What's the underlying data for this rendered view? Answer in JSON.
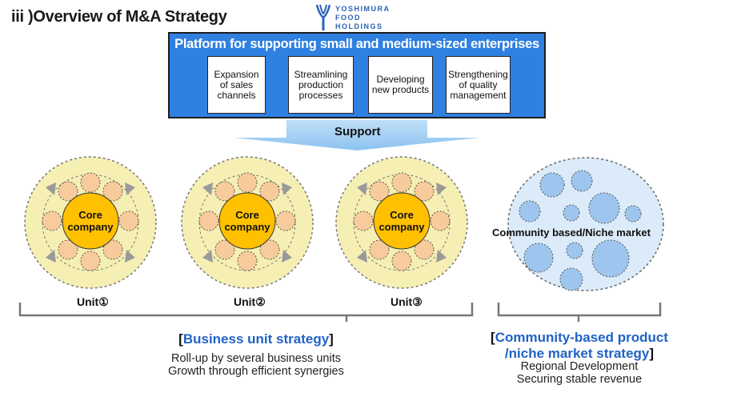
{
  "page_title": "iii )Overview of M&A Strategy",
  "logo": {
    "lines": [
      "YOSHIMURA",
      "FOOD",
      "HOLDINGS"
    ]
  },
  "platform": {
    "title": "Platform for supporting small and medium-sized enterprises",
    "boxes": [
      "Expansion of sales channels",
      "Streamlining production processes",
      "Developing new products",
      "Strengthening of quality management"
    ]
  },
  "support_label": "Support",
  "units": [
    {
      "core_label": "Core company",
      "unit_label": "Unit①"
    },
    {
      "core_label": "Core company",
      "unit_label": "Unit②"
    },
    {
      "core_label": "Core company",
      "unit_label": "Unit③"
    }
  ],
  "niche_label": "Community based/Niche market",
  "business_strategy": {
    "bracket_open": "[",
    "title": "Business unit strategy",
    "bracket_close": "]",
    "lines": [
      "Roll-up by several business units",
      "Growth through efficient synergies"
    ]
  },
  "community_strategy": {
    "bracket_open": "[",
    "title_line1": "Community-based product",
    "title_line2": "/niche market strategy",
    "bracket_close": "]",
    "lines": [
      "Regional Development",
      "Securing stable revenue"
    ]
  },
  "colors": {
    "platform_blue": "#2f80e0",
    "arrow_blue": "#9fcdf2",
    "unit_bg": "#f5efb4",
    "core_orange": "#ffc000",
    "satellite": "#f8cb9c",
    "niche_bg": "#dcebf9",
    "niche_bubble": "#9dc5ee",
    "accent_text": "#1f62c5"
  }
}
